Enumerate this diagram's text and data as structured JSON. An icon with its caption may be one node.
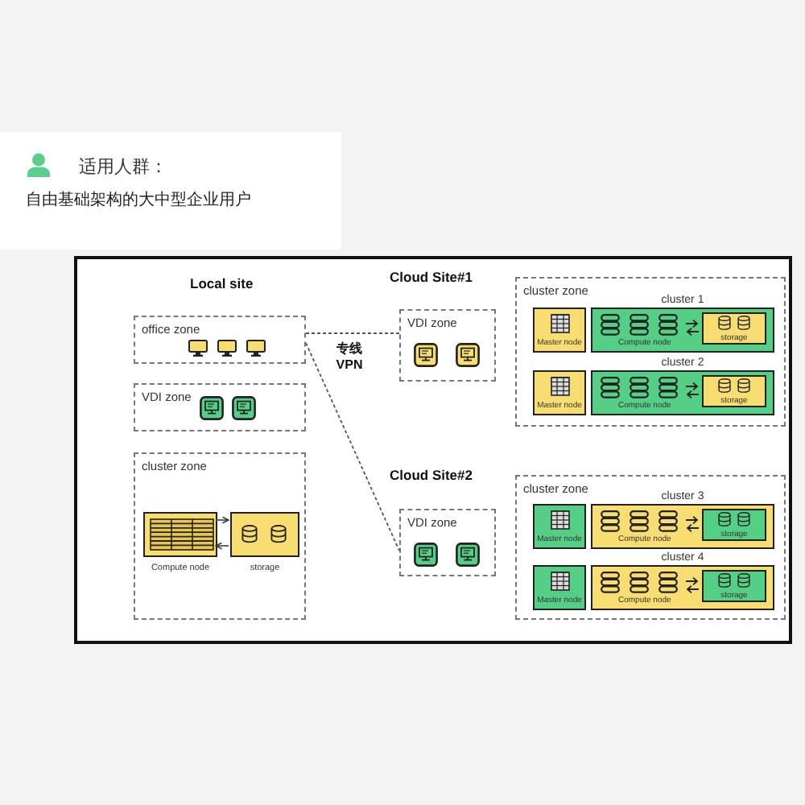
{
  "diagram": {
    "nodes": [
      {
        "text": [
          "适用人群：",
          "自由基础架构的大中型企业用户"
        ]
      },
      {
        "text": [
          "office zone"
        ]
      },
      {
        "text": [
          "VDI zone"
        ]
      },
      {
        "text": [
          "cluster zone"
        ]
      },
      {
        "text": [],
        "shape": "box",
        "in": 3,
        "beside": [
          "Compute node"
        ]
      },
      {
        "text": [],
        "shape": "box",
        "in": 3,
        "beside": [
          "storage"
        ]
      },
      {
        "text": [
          "VDI zone"
        ]
      },
      {
        "text": [
          "cluster zone"
        ]
      },
      {
        "text": [
          "Master node"
        ],
        "in": 7
      },
      {
        "text": [
          "cluster 1",
          "Compute node"
        ],
        "in": 7
      },
      {
        "text": [
          "storage"
        ],
        "in": 9
      },
      {
        "text": [
          "Master node"
        ],
        "in": 7
      },
      {
        "text": [
          "cluster 2",
          "Compute node"
        ],
        "in": 7
      },
      {
        "text": [
          "storage"
        ],
        "in": 12
      },
      {
        "text": [
          "VDI zone"
        ]
      },
      {
        "text": [
          "cluster zone"
        ]
      },
      {
        "text": [
          "Master node"
        ],
        "in": 15
      },
      {
        "text": [
          "cluster 3",
          "Compute node"
        ],
        "in": 15
      },
      {
        "text": [
          "storage"
        ],
        "in": 17
      },
      {
        "text": [
          "Master node"
        ],
        "in": 15
      },
      {
        "text": [
          "cluster 4",
          "Compute node"
        ],
        "in": 15
      },
      {
        "text": [
          "storage"
        ],
        "in": 20
      }
    ],
    "edges": [
      {
        "from": 4,
        "to": 5,
        "arrow": "to"
      },
      {
        "from": 5,
        "to": 4,
        "arrow": "to"
      },
      {
        "from": 1,
        "to": 6,
        "arrow": "none",
        "style": "dashed"
      },
      {
        "from": 1,
        "to": 14,
        "arrow": "none",
        "style": "dashed"
      }
    ],
    "labels": [
      "Local site",
      "Cloud Site#1",
      "专线 VPN",
      "Cloud Site#2"
    ]
  }
}
